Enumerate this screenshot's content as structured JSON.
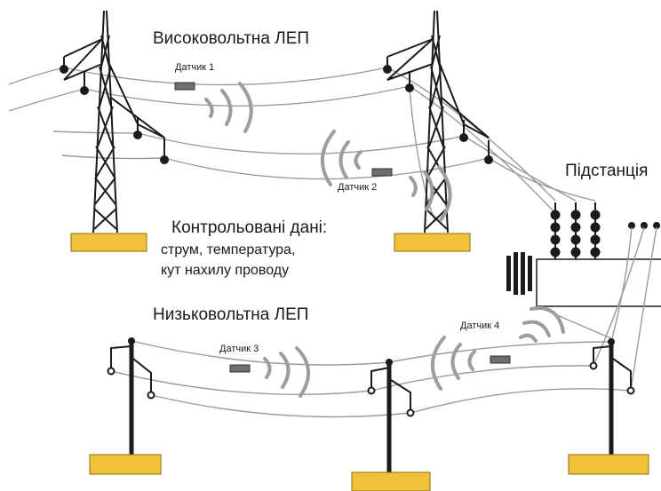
{
  "labels": {
    "high_voltage_line": "Високовольтна ЛЕП",
    "substation": "Підстанція",
    "low_voltage_line": "Низьковольтна ЛЕП",
    "monitored_title": "Контрольовані дані:",
    "monitored_line1": "струм, температура,",
    "monitored_line2": "кут нахилу проводу"
  },
  "sensors": [
    {
      "label": "Датчик 1"
    },
    {
      "label": "Датчик 2"
    },
    {
      "label": "Датчик 3"
    },
    {
      "label": "Датчик 4"
    }
  ],
  "colors": {
    "base": "#f2c13a",
    "base_stroke": "#8a6d10",
    "tower": "#1b1b1b",
    "wire": "#9a9a9a",
    "wave": "#9d9d9d",
    "sensor": "#6e6e6e"
  }
}
